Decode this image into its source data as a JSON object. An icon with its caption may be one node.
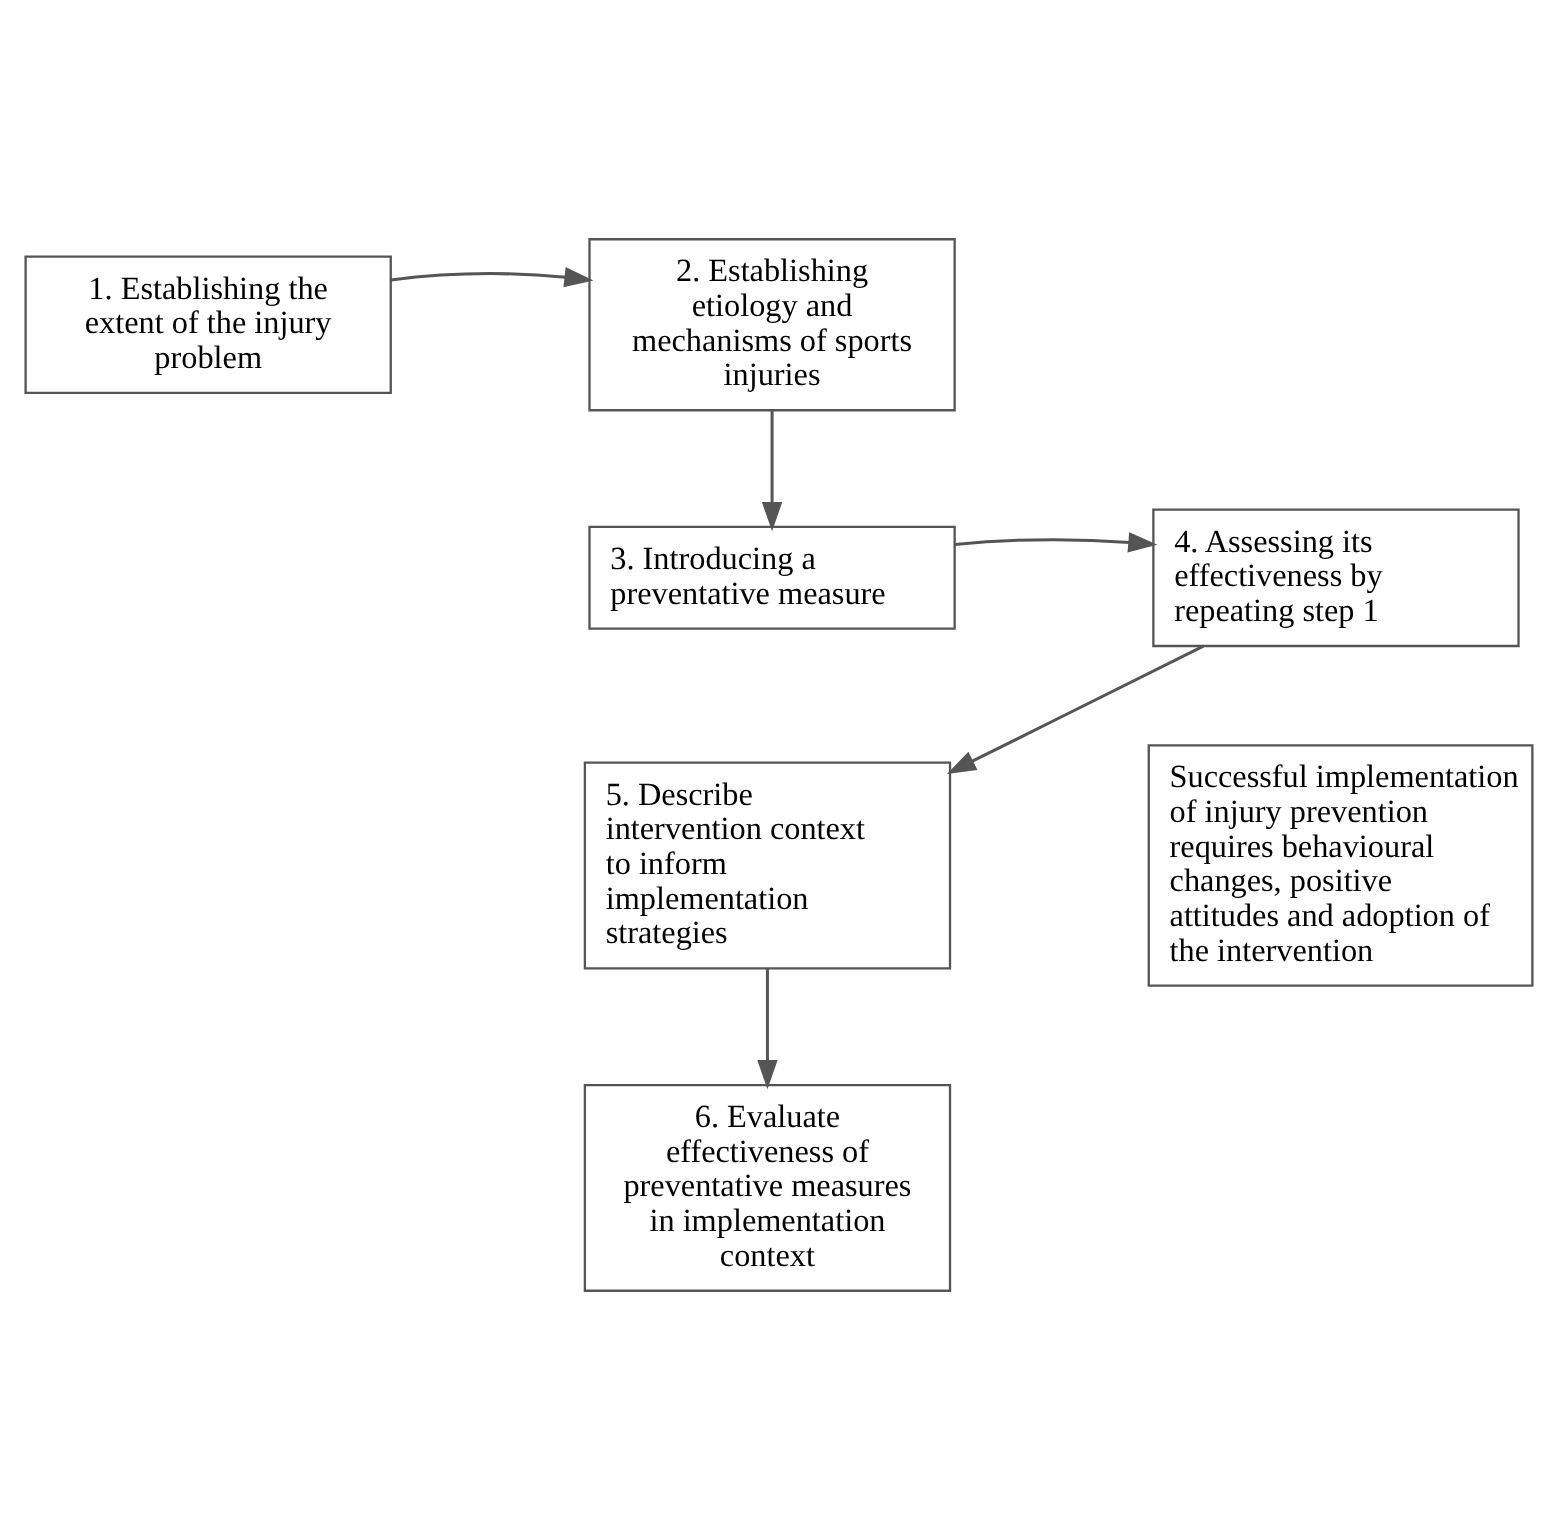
{
  "diagram": {
    "nodes": [
      {
        "text": [
          "1. Establishing the extent of the injury problem"
        ]
      },
      {
        "text": [
          "2. Establishing etiology and mechanisms of sports injuries"
        ]
      },
      {
        "text": [
          "3. Introducing a preventative measure"
        ]
      },
      {
        "text": [
          "4. Assessing its effectiveness by repeating step 1"
        ]
      },
      {
        "text": [
          "5. Describe intervention context to inform implementation strategies"
        ]
      },
      {
        "text": [
          "6. Evaluate effectiveness of preventative measures in implementation context"
        ]
      },
      {
        "text": [
          "Successful implementation of injury prevention requires behavioural changes, positive attitudes and adoption of the intervention"
        ]
      }
    ],
    "edges": [
      {
        "from": 0,
        "to": 1,
        "arrow": "to"
      },
      {
        "from": 1,
        "to": 2,
        "arrow": "to"
      },
      {
        "from": 2,
        "to": 3,
        "arrow": "to"
      },
      {
        "from": 3,
        "to": 4,
        "arrow": "to"
      },
      {
        "from": 4,
        "to": 5,
        "arrow": "to"
      }
    ]
  }
}
